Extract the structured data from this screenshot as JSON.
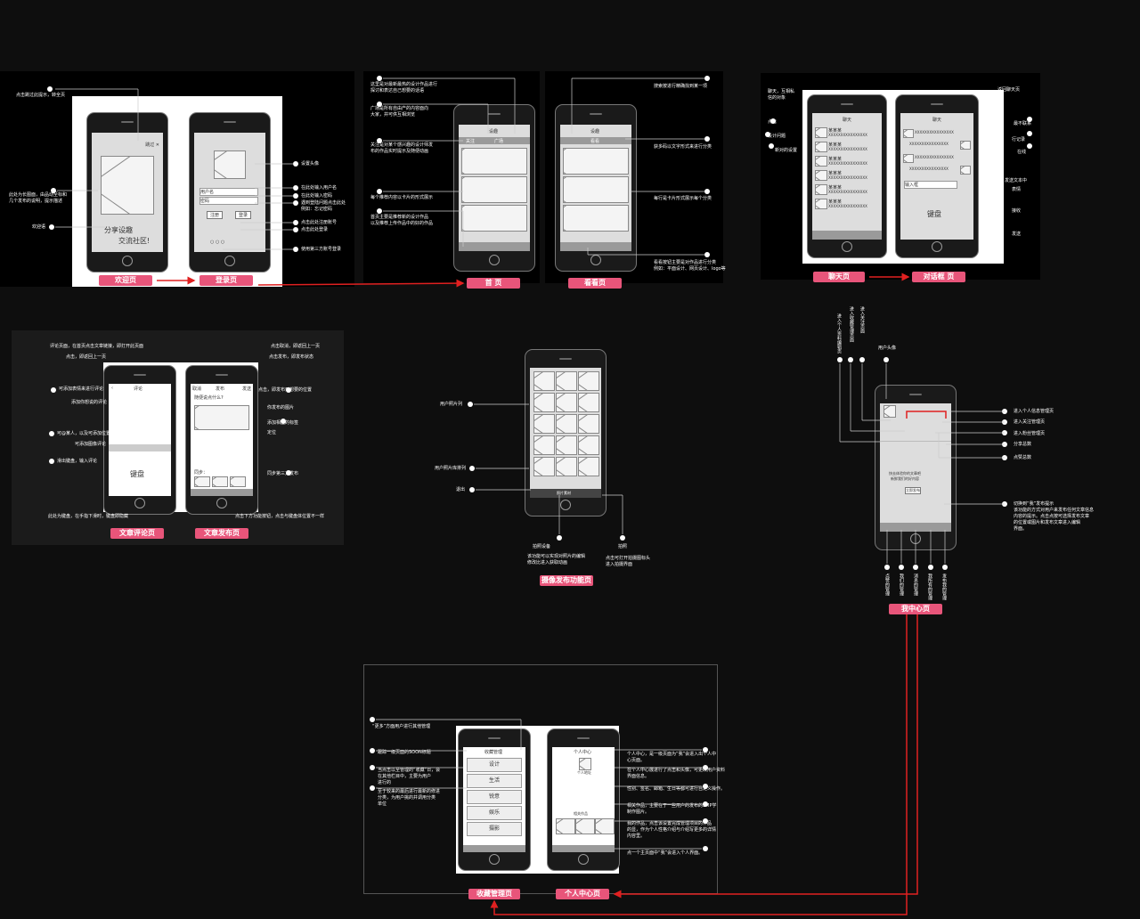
{
  "tags": {
    "welcome": "欢迎页",
    "login": "登录页",
    "home": "首  页",
    "watch": "看看页",
    "chat": "聊天页",
    "dialog": "对话框 页",
    "comment": "文章评论页",
    "publish": "文章发布页",
    "camera": "摄像发布功能页",
    "me": "我中心页",
    "collect": "收藏管理页",
    "personal": "个人中心页"
  },
  "welcome": {
    "notes": [
      "点击跳过此提示，转全页",
      "此处为长图面，由品动至标和\n几个发布的说明，提示描述",
      "欢迎语"
    ],
    "skip": "跳过 ✕",
    "slogan1": "分享设趣",
    "slogan2": "交流社区!"
  },
  "login": {
    "notes": [
      "设置头像",
      "在此处输入用户名",
      "在此处输入密码",
      "遇到登陆问题点击此处\n例如：忘记密码",
      "点击此处注册账号",
      "点击此处登录",
      "使用第三方账号登录"
    ],
    "user": "用户名",
    "pwd": "密码",
    "register": "注册",
    "signin": "登录"
  },
  "home": {
    "notes": [
      "这里是对最新最热的设计作品进行\n探讨和表达自己想要的话语",
      "广场是所有自由产的内容面向\n大家，并可供互相浏览",
      "关注是对某个感兴趣的设计师发\n布的作品实时提示及随便动画",
      "每个推荐内容以卡片的形式展示",
      "首页主要是推荐新的设计作品\n以及推荐上传作品中的好的作品"
    ],
    "title": "设趣",
    "tab1": "关注",
    "tab2": "广场"
  },
  "watch": {
    "notes": [
      "搜索按进行精确找到某一项",
      "获多码以文字形式来进行分类",
      "每行是卡片形式展示每个分类",
      "看看按钮主要是对作品进行分类\n例如：平面设计、网页设计、logo等"
    ],
    "title": "设趣",
    "tab": "看看"
  },
  "chat": {
    "title": "聊天",
    "dtitle": "聊天",
    "name": "某某某",
    "msg": "XXXXXXXXXXXXXXXX",
    "input": "输入框",
    "keyboard": "键盘",
    "notes_l": [
      "聊天，互相私\n信的对象",
      "点击",
      "设计问题",
      "新对的设置"
    ],
    "notes_r": [
      "返回聊天页",
      "最不联系",
      "行记录",
      "在线",
      "发送文本中",
      "表情",
      "接收",
      "发送"
    ]
  },
  "comment": {
    "title": "评论",
    "keyboard": "键盘",
    "notes_l": [
      "评论页面，在首页点击文章链接，即打开此页面",
      "点击，即返回上一页",
      "可添加表情来进行评论",
      "添加你想说的评论",
      "可@某人，以及可添加位置",
      "可添加图像评论",
      "滑出键盘，输入评论",
      "此处为键盘，在手指下滑时，键盘即隐藏"
    ],
    "publish_title": "发布",
    "publish_input": "随便说点什么?",
    "notes_r": [
      "点击取消，即返回上一页",
      "点击发布，即发布状态",
      "点击，即发布到想要的位置",
      "你发布的图片",
      "添加相应的标签",
      "定位",
      "同步第三方发布",
      "点击下方功能按钮，点击与键盘体位置不一样"
    ],
    "cancel": "取消",
    "send": "发送",
    "sync": "同步："
  },
  "camera": {
    "notes": [
      "用户照片列",
      "用户照片库排列",
      "退出",
      "拍照设备",
      "拍照",
      "该功能可以实现对照片的编辑\n修改比进入获取动画",
      "点击可打开拍摄图标头\n进入拍摄界面"
    ],
    "bar_label": "照片素材"
  },
  "me": {
    "avatar_note": "用户头像",
    "top_notes": [
      "进入个人资料编辑页",
      "进入收藏管理页面",
      "进入关注页面"
    ],
    "right_notes": [
      "进入个人信息管理页",
      "进入关注管理页",
      "进入粉丝管理页",
      "分享总数",
      "点赞总数"
    ],
    "prompt_note": "切换到“我”发布提示\n该功能的方式对用户来发布任何文章信息\n内容的提示。点击点按可选择发布文章\n的位置或图片和发布文章进入编辑\n界面。",
    "bottom_notes": [
      "点赞的管理",
      "我们的管理",
      "消息的管理",
      "我所有的管理",
      "发布我的管理"
    ],
    "card_title": "快去体验你的文章吧\n新鲜我们的好内容",
    "btn": "立即发布"
  },
  "collect": {
    "title": "收藏管理",
    "items": [
      "设计",
      "生活",
      "娱乐",
      "摄影"
    ],
    "item2": "锐意",
    "notes": [
      "“更多”方面用户进行其他管理",
      "跟踪一级页面的SOON标题",
      "当点击以至管理的“收藏”日，会\n在其他栏目中，主要为用户\n进行的",
      "至于较来的最后进行最新的修进\n分类，为用户挑的并调用分类\n单位"
    ]
  },
  "personal": {
    "title": "个人中心",
    "subtitle": "个人地址",
    "section": "相关作品",
    "notes": [
      "个人中心，是一级页面为“我”会进入出个人中\n心页面。",
      "在个人中心展进行了点击和头像，可更改用户资料\n界面信息。",
      "性别、签名、邮箱、生日等都可进行自定义操作。",
      "相关作品，主要在于一些用户的发布的SMP学\n制作图片。",
      "我的作品，点击该设置完成管理项目的作品\n的显，作为个人性格介绍与介绍写更多的详情\n内容里。",
      "点一个主页面中“我”会进入个人界面。"
    ]
  }
}
